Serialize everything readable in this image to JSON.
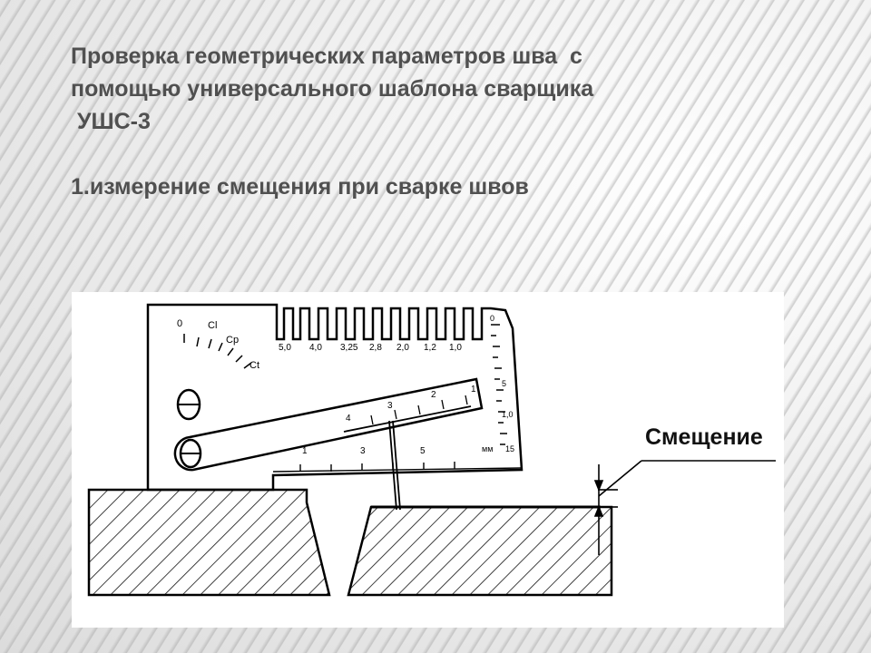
{
  "slide": {
    "title_lines": [
      "Проверка геометрических параметров шва  с",
      "помощью универсального шаблона сварщика",
      " УШС-3"
    ],
    "subtitle": "1.измерение смещения при сварке швов"
  },
  "figure": {
    "callout_label": "Смещение",
    "scale_top_labels": [
      "5,0",
      "4,0",
      "3,25",
      "2,8",
      "2,0",
      "1,2",
      "1,0"
    ],
    "angle_labels": [
      "0",
      "Cl",
      "Cp",
      "Ct"
    ],
    "right_scale_labels": [
      "0",
      "5",
      "1,0",
      "15"
    ],
    "right_scale_unit": "мм",
    "arm_labels": [
      "4",
      "3",
      "2",
      "1"
    ],
    "base_scale_labels": [
      "1",
      "3",
      "5"
    ]
  }
}
